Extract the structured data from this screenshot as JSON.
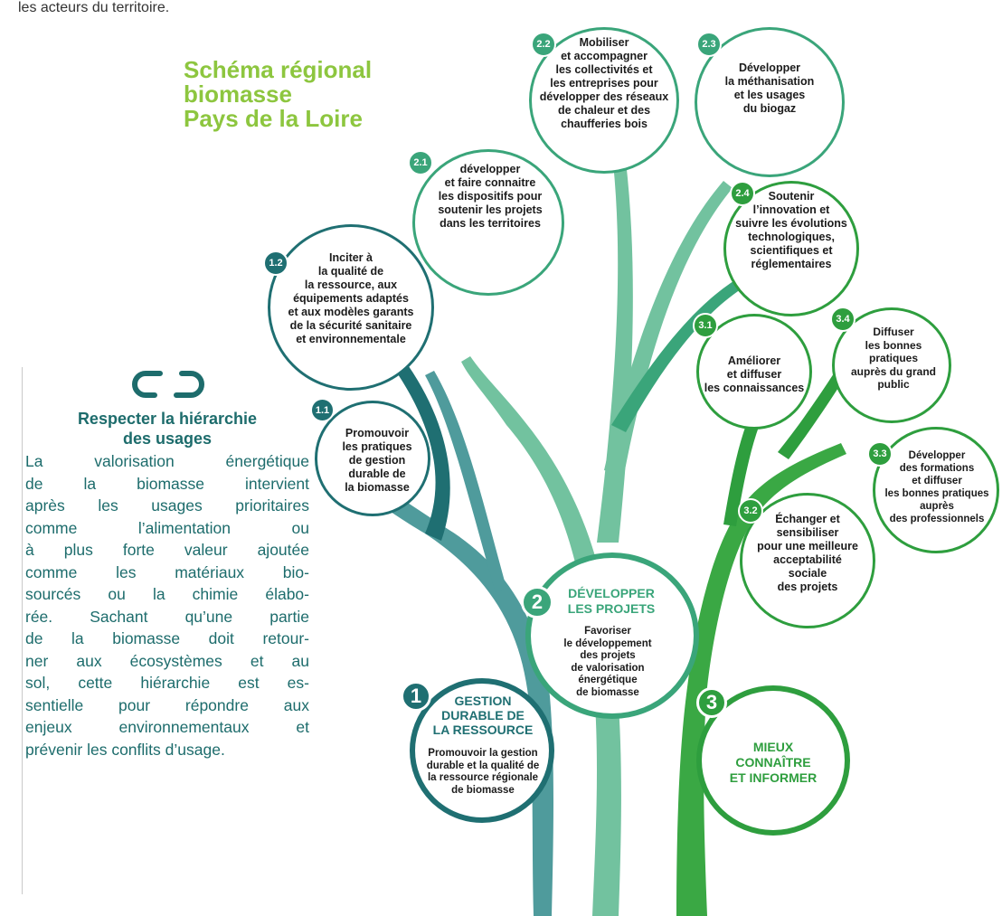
{
  "intro_tail": "les acteurs du territoire.",
  "title": {
    "lines": [
      "Schéma régional",
      "biomasse",
      "Pays de la Loire"
    ],
    "color": "#8dc63f"
  },
  "sidebar": {
    "icon": "chain-link-icon",
    "heading_lines": [
      "Respecter la hiérarchie",
      "des usages"
    ],
    "text_lines": [
      "La valorisation énergétique",
      "de la biomasse intervient",
      "après les usages prioritaires",
      "comme l’alimentation ou",
      "à plus forte valeur ajoutée",
      "comme les matériaux bio-",
      "sourcés ou la chimie élabo-",
      "rée. Sachant qu’une partie",
      "de la biomasse doit retour-",
      "ner aux écosystèmes et au",
      "sol, cette hiérarchie est es-",
      "sentielle pour répondre aux",
      "enjeux environnementaux et",
      "prévenir les conflits d’usage."
    ],
    "color": "#1d6c6c"
  },
  "colors": {
    "axis1": "#1f6f72",
    "axis1_trunk": "#4f9b9c",
    "axis2": "#3aa57a",
    "axis2_trunk": "#72c29f",
    "axis3": "#2e9e3e",
    "axis3_trunk": "#3aa844"
  },
  "axes": [
    {
      "number": "1",
      "title_lines": [
        "GESTION",
        "DURABLE DE",
        "LA RESSOURCE"
      ],
      "description_lines": [
        "Promouvoir la gestion",
        "durable et la qualité de",
        "la ressource régionale",
        "de biomasse"
      ]
    },
    {
      "number": "2",
      "title_lines": [
        "DÉVELOPPER",
        "LES PROJETS"
      ],
      "description_lines": [
        "Favoriser",
        "le développement",
        "des projets",
        "de valorisation",
        "énergétique",
        "de biomasse"
      ]
    },
    {
      "number": "3",
      "title_lines": [
        "MIEUX",
        "CONNAÎTRE",
        "ET INFORMER"
      ],
      "description_lines": []
    }
  ],
  "actions": [
    {
      "id": "1.1",
      "lines": [
        "Promouvoir",
        "les pratiques",
        "de gestion",
        "durable de",
        "la biomasse"
      ]
    },
    {
      "id": "1.2",
      "lines": [
        "Inciter à",
        "la qualité de",
        "la ressource, aux",
        "équipements adaptés",
        "et aux modèles garants",
        "de la sécurité sanitaire",
        "et environnementale"
      ]
    },
    {
      "id": "2.1",
      "lines": [
        "développer",
        "et faire connaitre",
        "les dispositifs pour",
        "soutenir les projets",
        "dans les territoires"
      ]
    },
    {
      "id": "2.2",
      "lines": [
        "Mobiliser",
        "et accompagner",
        "les collectivités et",
        "les entreprises pour",
        "développer des réseaux",
        "de chaleur et des",
        "chaufferies bois"
      ]
    },
    {
      "id": "2.3",
      "lines": [
        "Développer",
        "la méthanisation",
        "et les usages",
        "du biogaz"
      ]
    },
    {
      "id": "2.4",
      "lines": [
        "Soutenir",
        "l’innovation et",
        "suivre les évolutions",
        "technologiques,",
        "scientifiques et",
        "réglementaires"
      ]
    },
    {
      "id": "3.1",
      "lines": [
        "Améliorer",
        "et diffuser",
        "les connaissances"
      ]
    },
    {
      "id": "3.2",
      "lines": [
        "Échanger et",
        "sensibiliser",
        "pour une meilleure",
        "acceptabilité",
        "sociale",
        "des projets"
      ]
    },
    {
      "id": "3.3",
      "lines": [
        "Développer",
        "des formations",
        "et diffuser",
        "les bonnes pratiques",
        "auprès",
        "des professionnels"
      ]
    },
    {
      "id": "3.4",
      "lines": [
        "Diffuser",
        "les bonnes",
        "pratiques",
        "auprès du grand",
        "public"
      ]
    }
  ]
}
